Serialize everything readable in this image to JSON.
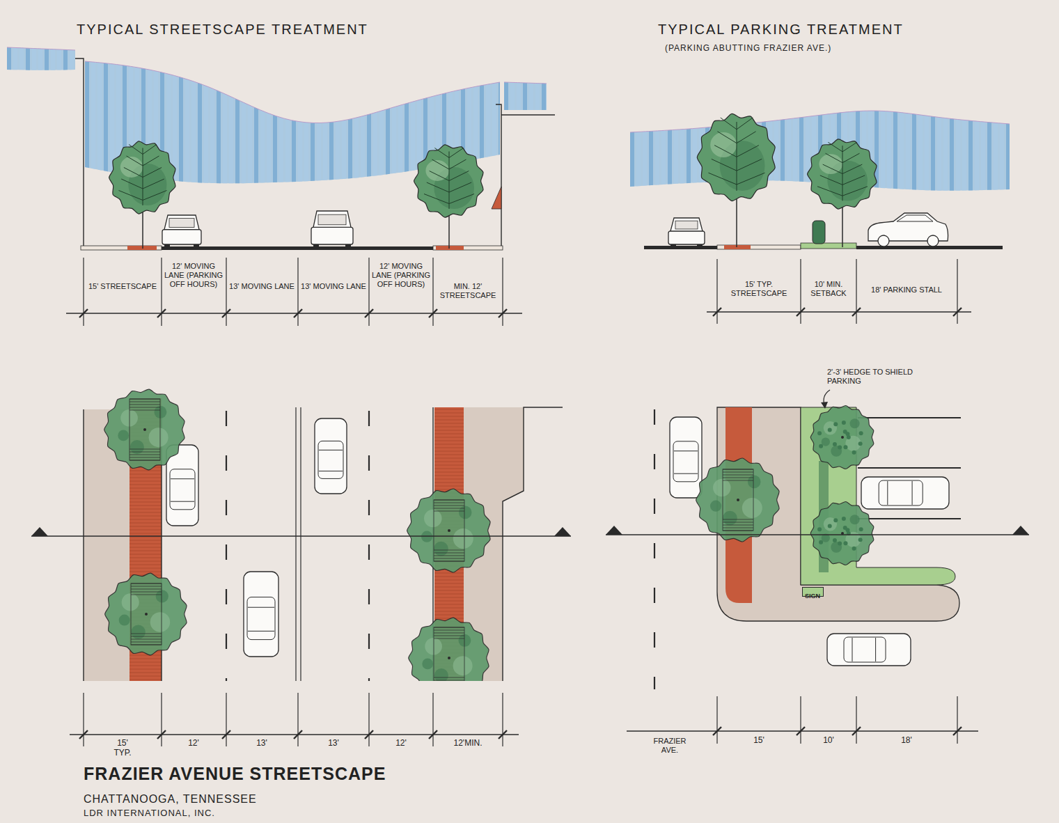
{
  "diagram": {
    "title": "FRAZIER AVENUE STREETSCAPE",
    "nodes": [
      {
        "text": [
          "SIGN"
        ]
      }
    ],
    "labels": [
      "TYPICAL STREETSCAPE TREATMENT",
      "TYPICAL PARKING TREATMENT",
      "(PARKING ABUTTING FRAZIER AVE.)",
      "15' STREETSCAPE",
      "12' MOVING LANE (PARKING OFF HOURS)",
      "13' MOVING LANE",
      "13' MOVING LANE",
      "12' MOVING LANE (PARKING OFF HOURS)",
      "MIN. 12' STREETSCAPE",
      "15' TYP. STREETSCAPE",
      "10' MIN. SETBACK",
      "18' PARKING STALL",
      "2'-3' HEDGE TO SHIELD PARKING",
      "15' TYP.",
      "12'",
      "13'",
      "13'",
      "12'",
      "12'MIN.",
      "FRAZIER AVE.",
      "15'",
      "10'",
      "18'",
      "CHATTANOOGA, TENNESSEE",
      "LDR INTERNATIONAL, INC."
    ]
  }
}
